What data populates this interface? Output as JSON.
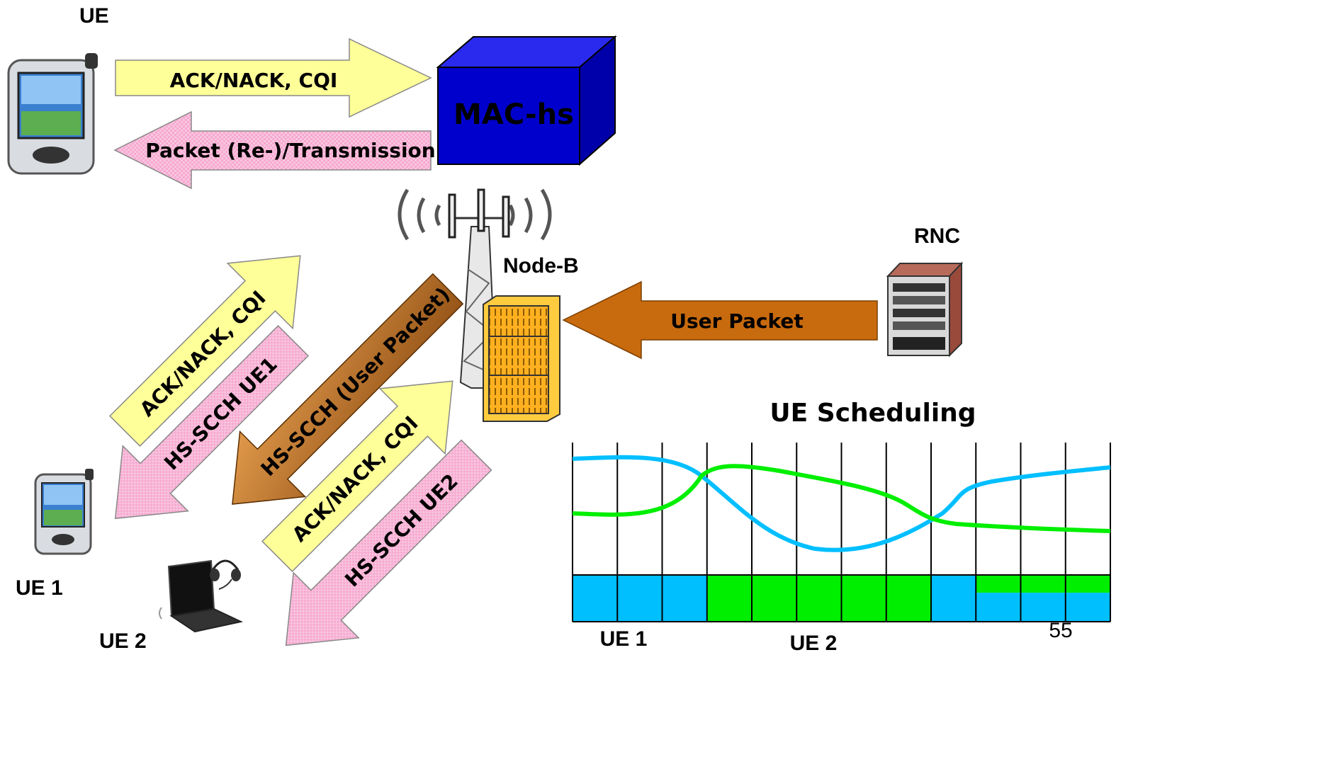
{
  "labels": {
    "ue_top": "UE",
    "ue1": "UE 1",
    "ue2": "UE 2",
    "node_b": "Node-B",
    "rnc": "RNC",
    "mac_hs": "MAC-hs",
    "schedule_title": "UE Scheduling",
    "chart_ue1": "UE 1",
    "chart_ue2": "UE 2",
    "page_number": "55"
  },
  "arrows": {
    "top_ack": "ACK/NACK, CQI",
    "top_packet": "Packet (Re-)/Transmission",
    "user_packet": "User Packet",
    "ue1_ack": "ACK/NACK, CQI",
    "ue1_hsscch": "HS-SCCH UE1",
    "hsscch_user": "HS-SCCH (User Packet)",
    "ue2_ack": "ACK/NACK, CQI",
    "ue2_hsscch": "HS-SCCH UE2"
  },
  "icons": [
    "pda-icon",
    "laptop-icon",
    "headset-icon",
    "antenna-tower-icon",
    "node-b-cabinet-icon",
    "rnc-server-icon",
    "mac-hs-box-icon"
  ],
  "colors": {
    "ack_arrow": "#ffff99",
    "packet_arrow": "#f5a0cc",
    "user_packet_arrow": "#c86a0e",
    "mac_box": "#0000cc",
    "ue1_channel": "#00bfff",
    "ue2_channel": "#00ee00",
    "node_b": "#ffc020"
  },
  "chart_data": {
    "type": "line",
    "title": "UE Scheduling",
    "series": [],
    "schedule": [
      "UE 1",
      "UE 1",
      "UE 1",
      "UE 2",
      "UE 2",
      "UE 2",
      "UE 2",
      "UE 2",
      "UE 1",
      "UE 1/UE 2",
      "UE 1/UE 2",
      "UE 1/UE 2"
    ],
    "grid": true
  }
}
